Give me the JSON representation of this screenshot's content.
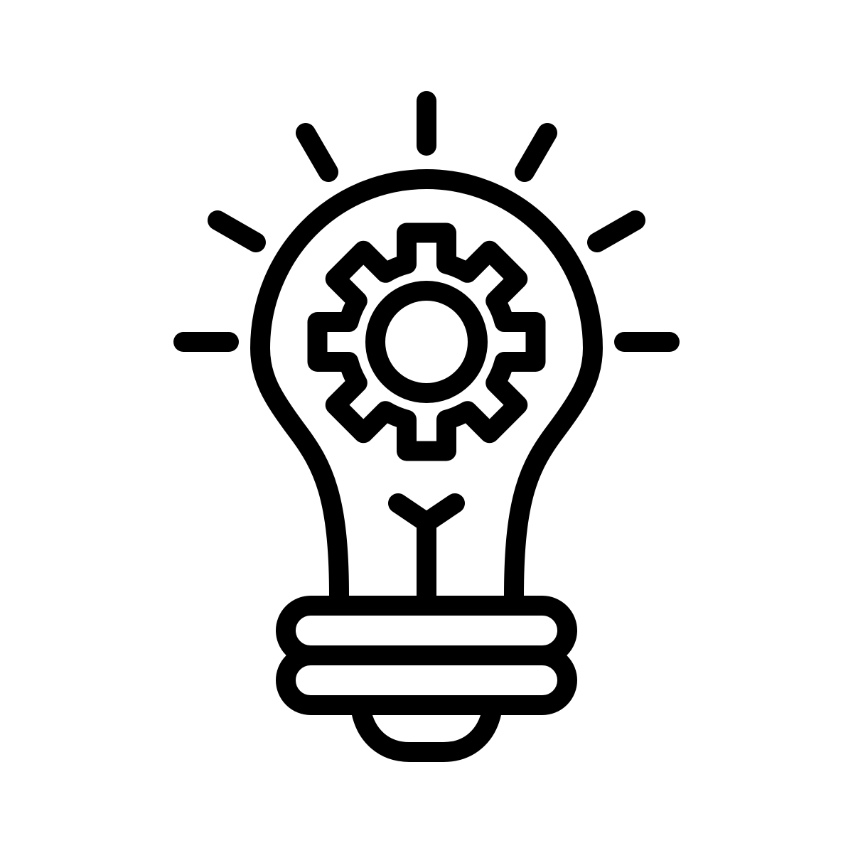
{
  "icon": {
    "name": "lightbulb-gear-icon",
    "parts": [
      "light-rays",
      "bulb-glass",
      "gear",
      "filament",
      "screw-base",
      "base-cap"
    ]
  },
  "colors": {
    "stroke": "#000000",
    "background": "#ffffff"
  }
}
